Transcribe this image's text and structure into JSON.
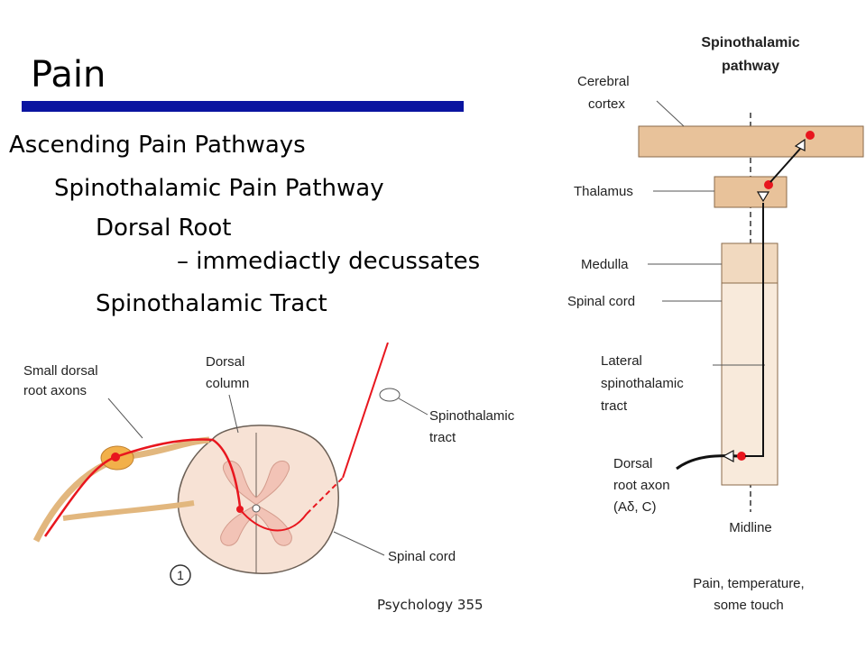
{
  "slide": {
    "title": "Pain",
    "bullets": [
      "Ascending Pain Pathways",
      "Spinothalamic Pain Pathway",
      "Dorsal Root",
      "– immediactly decussates",
      "Spinothalamic Tract"
    ],
    "footer": "Psychology 355"
  },
  "right_diagram": {
    "title_line1": "Spinothalamic",
    "title_line2": "pathway",
    "labels": {
      "cortex_1": "Cerebral",
      "cortex_2": "cortex",
      "thalamus": "Thalamus",
      "medulla": "Medulla",
      "spinal_cord": "Spinal cord",
      "lateral_1": "Lateral",
      "lateral_2": "spinothalamic",
      "lateral_3": "tract",
      "dorsal_1": "Dorsal",
      "dorsal_2": "root axon",
      "dorsal_3": "(Aδ, C)",
      "midline": "Midline",
      "caption_1": "Pain, temperature,",
      "caption_2": "some touch"
    }
  },
  "left_diagram": {
    "labels": {
      "small_dorsal_1": "Small dorsal",
      "small_dorsal_2": "root axons",
      "dorsal_column_1": "Dorsal",
      "dorsal_column_2": "column",
      "spinothalamic_1": "Spinothalamic",
      "spinothalamic_2": "tract",
      "spinal_cord": "Spinal cord",
      "step": "1"
    }
  },
  "colors": {
    "title_bar": "#0a14a0",
    "tan_block": "#e8c29a",
    "pale_cord": "#f8eadb",
    "neuron_red": "#e8161e",
    "cord_tissue": "#f7e2d5"
  }
}
